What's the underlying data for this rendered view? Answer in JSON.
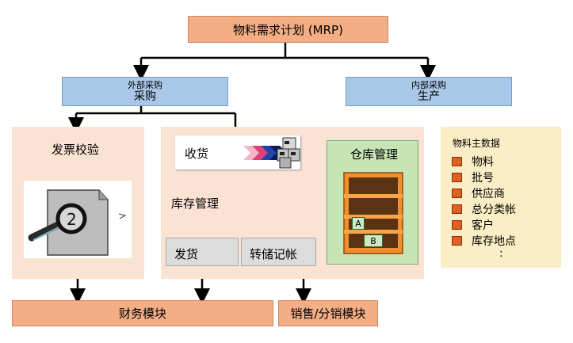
{
  "mrp": {
    "title": "物料需求计划 (MRP)"
  },
  "external": {
    "line1": "外部采购",
    "line2": "采购"
  },
  "internal": {
    "line1": "内部采购",
    "line2": "生产"
  },
  "invoice": {
    "title": "发票校验"
  },
  "inventory": {
    "receive": "收货",
    "title": "库存管理",
    "issue": "发货",
    "transfer": "转储记帐"
  },
  "warehouse": {
    "title": "仓库管理",
    "box_a": "A",
    "box_b": "B"
  },
  "master_data": {
    "title": "物料主数据",
    "items": [
      "物料",
      "批号",
      "供应商",
      "总分类帐",
      "客户",
      "库存地点"
    ],
    "more": ":"
  },
  "finance": {
    "title": "财务模块"
  },
  "sales": {
    "title": "销售/分销模块"
  },
  "colors": {
    "orange": "#f4ae85",
    "blue": "#a9c8e8",
    "panel": "#fbe3d4",
    "warehouse_green": "#c6e4b4",
    "master_bg": "#fbeec6",
    "shelf": "#f28f2c"
  }
}
